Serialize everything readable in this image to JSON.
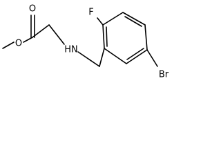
{
  "molecule": {
    "atoms": {
      "carbonyl_oxygen": "O",
      "ester_oxygen": "O",
      "amine": "HN",
      "fluorine": "F",
      "bromine": "Br"
    }
  }
}
